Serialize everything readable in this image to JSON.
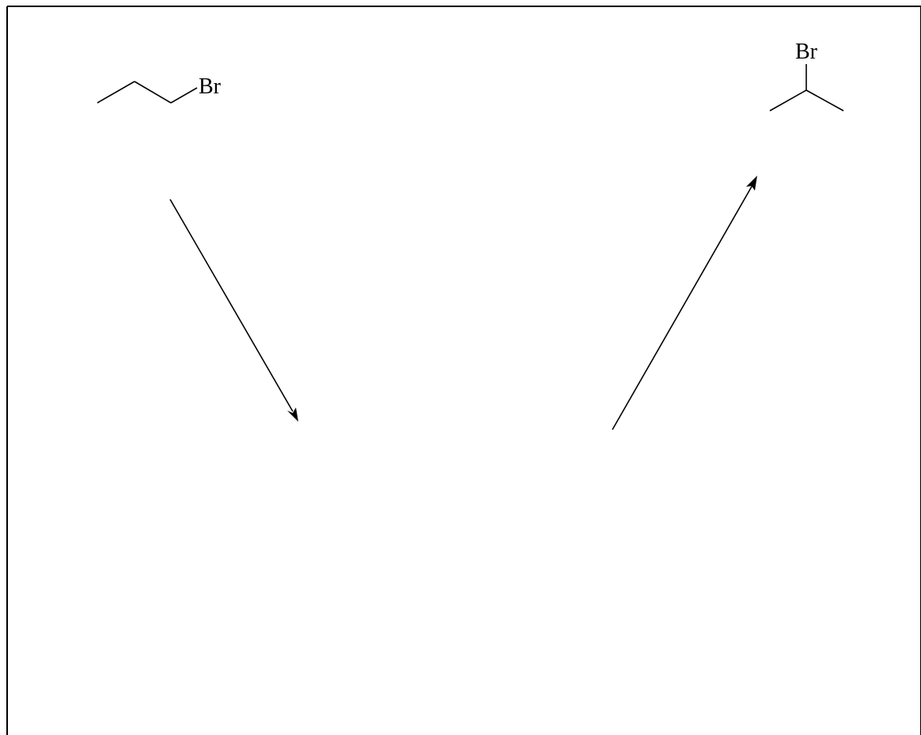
{
  "diagram": {
    "molecules": [
      {
        "name": "1-bromopropane",
        "atom_label": "Br"
      },
      {
        "name": "2-bromopropane",
        "atom_label": "Br"
      }
    ],
    "arrows": [
      {
        "name": "reaction-arrow-left",
        "has_head": true
      },
      {
        "name": "reaction-arrow-right",
        "has_head": true
      }
    ],
    "line_color": "#000000",
    "background_color": "#ffffff"
  }
}
